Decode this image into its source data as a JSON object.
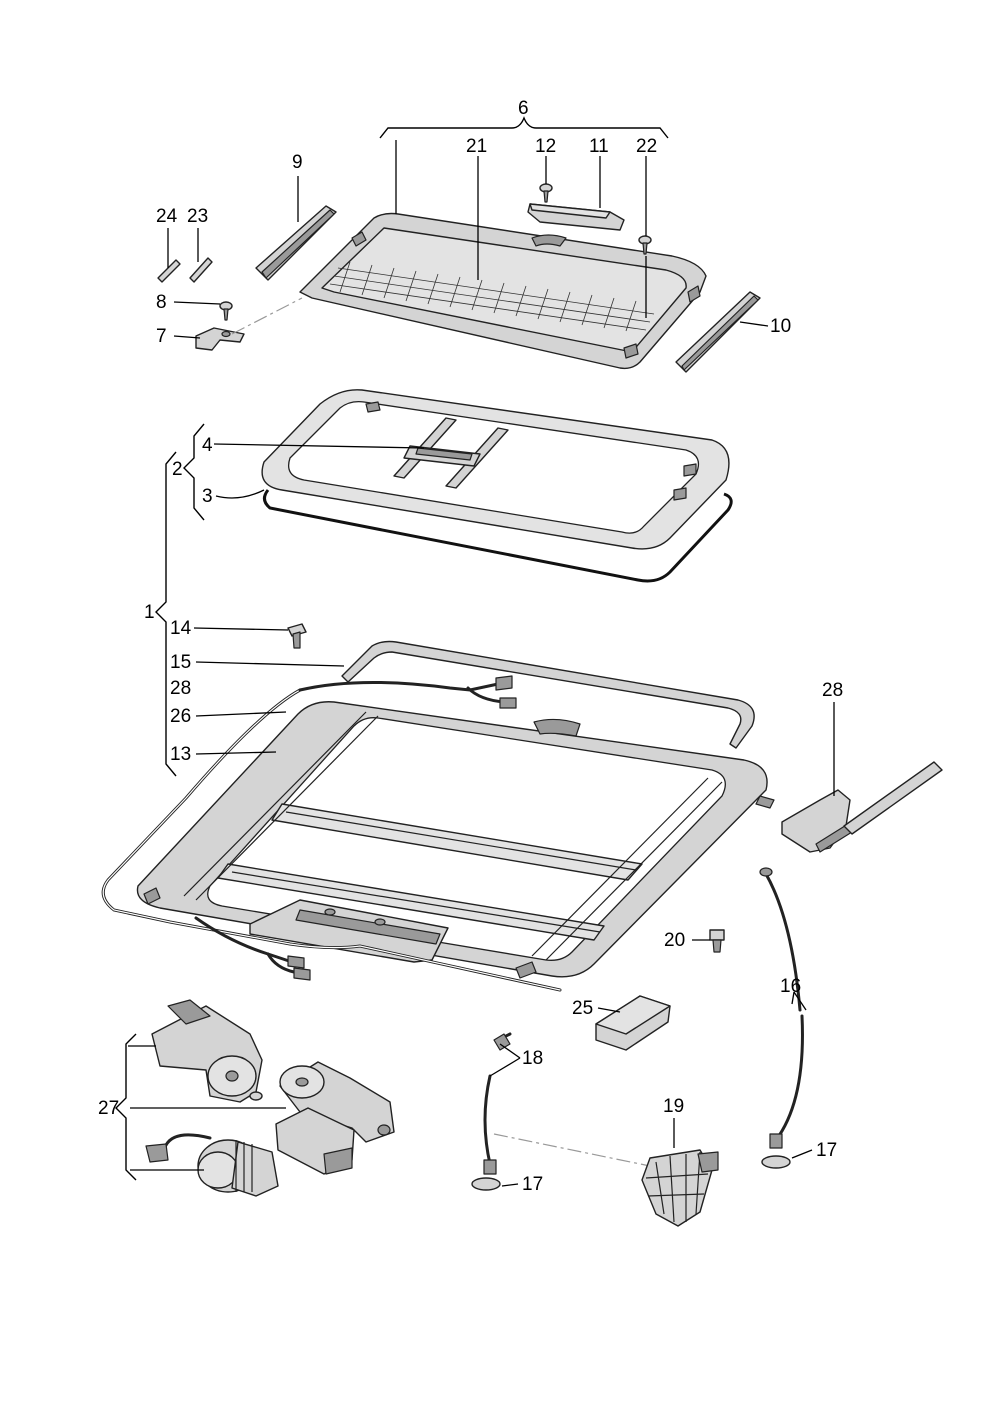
{
  "labels": {
    "l1": "1",
    "l2": "2",
    "l3": "3",
    "l4": "4",
    "l6": "6",
    "l7": "7",
    "l8": "8",
    "l9": "9",
    "l10": "10",
    "l11": "11",
    "l12": "12",
    "l13": "13",
    "l14": "14",
    "l15": "15",
    "l16": "16",
    "l17a": "17",
    "l17b": "17",
    "l18": "18",
    "l19": "19",
    "l20": "20",
    "l21": "21",
    "l22": "22",
    "l23": "23",
    "l24": "24",
    "l25": "25",
    "l26": "26",
    "l27": "27",
    "l28a": "28",
    "l28b": "28"
  }
}
